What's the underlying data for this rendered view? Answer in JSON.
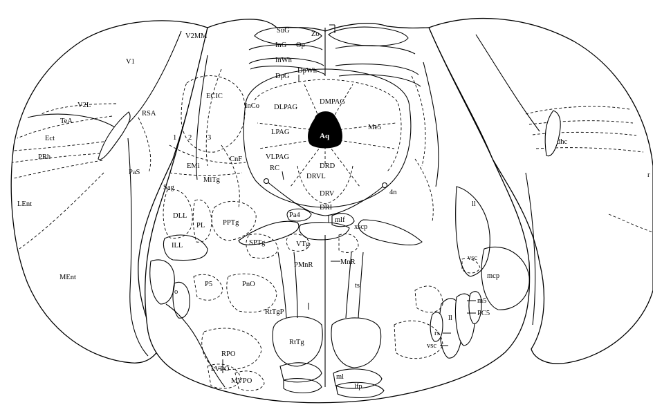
{
  "regions": {
    "SuG": "SuG",
    "Zo": "Zo",
    "InG": "InG",
    "Op": "Op",
    "InWh": "InWh",
    "DpG": "DpG",
    "DpWh": "DpWh",
    "V2MM": "V2MM",
    "V1": "V1",
    "V2L": "V2L",
    "TeA": "TeA",
    "Ect": "Ect",
    "PRh": "PRh",
    "LEnt": "LEnt",
    "MEnt": "MEnt",
    "RSA": "RSA",
    "PaS": "PaS",
    "ECIC": "ECIC",
    "InCo": "InCo",
    "DLPAG": "DLPAG",
    "DMPAG": "DMPAG",
    "LPAG": "LPAG",
    "Aq": "Aq",
    "Me5": "Me5",
    "n1": "1",
    "n2": "2",
    "n3": "3",
    "EMi": "EMi",
    "CnF": "CnF",
    "VLPAG": "VLPAG",
    "RC": "RC",
    "DRD": "DRD",
    "DRVL": "DRVL",
    "Sag": "Sag",
    "MiTg": "MiTg",
    "DRV": "DRV",
    "n4n": "4n",
    "DLL": "DLL",
    "PL": "PL",
    "PPTg": "PPTg",
    "Pa4": "Pa4",
    "DRI": "DRI",
    "mlf": "mlf",
    "xscp": "xscp",
    "ll": "ll",
    "ILL": "ILL",
    "SPTg": "SPTg",
    "VTg": "VTg",
    "PMnR": "PMnR",
    "MnR": "MnR",
    "vsc": "vsc",
    "mcp": "mcp",
    "o": "o",
    "P5": "P5",
    "PnO": "PnO",
    "ts": "ts",
    "m5": "m5",
    "PC5": "PC5",
    "ll2": "ll",
    "rs": "rs",
    "vsc2": "vsc",
    "RtTgP": "RtTgP",
    "RtTg": "RtTg",
    "RPO": "RPO",
    "LVPO": "LVPO",
    "MVPO": "MVPO",
    "ml": "ml",
    "lfp": "lfp",
    "dhc": "dhc",
    "r": "r"
  }
}
